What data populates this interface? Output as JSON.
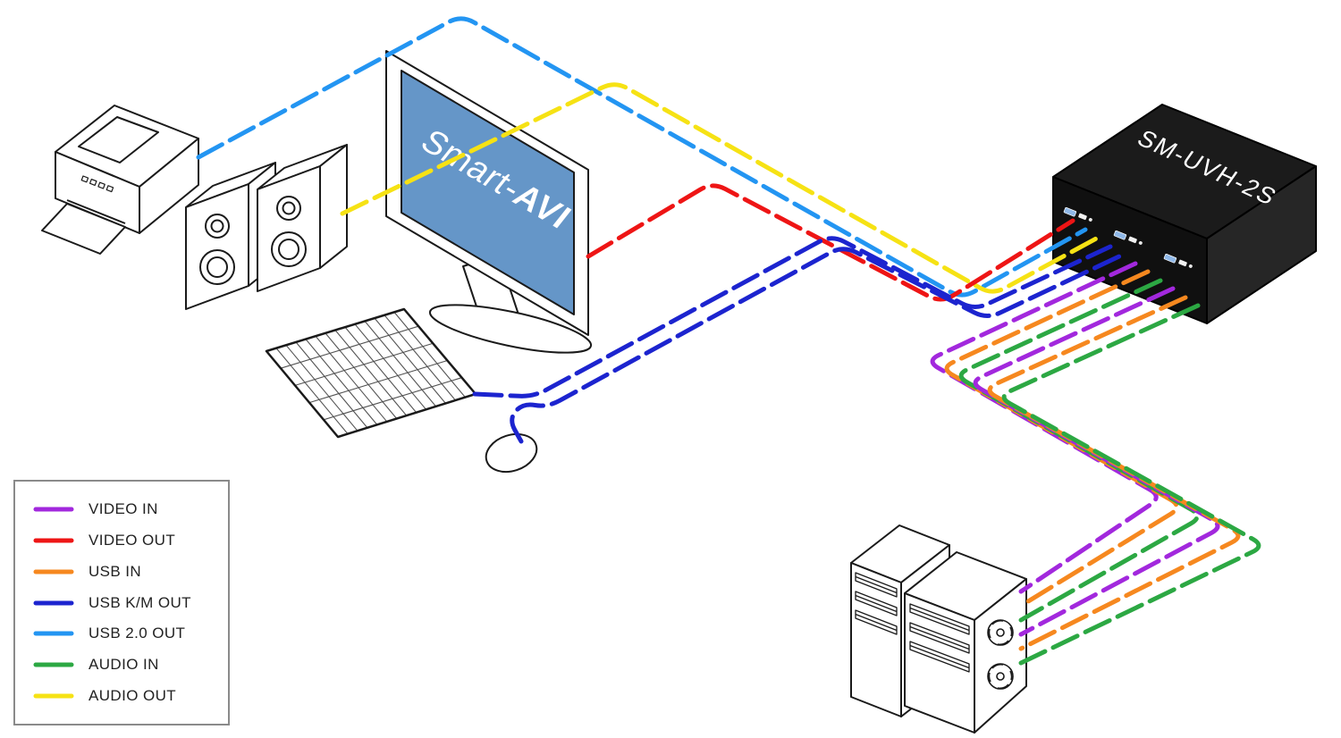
{
  "devices": {
    "kvm_box": {
      "label": "SM-UVH-2S",
      "color": "#101010"
    },
    "monitor": {
      "brand_prefix": "Smart-",
      "brand_suffix": "AVI",
      "screen_color": "#6596c8"
    },
    "printer": {
      "icon": "printer-icon"
    },
    "speakers": {
      "icon": "speakers-icon"
    },
    "keyboard": {
      "icon": "keyboard-icon"
    },
    "mouse": {
      "icon": "mouse-icon"
    },
    "computers": {
      "icon": "computer-towers-icon"
    }
  },
  "legend": {
    "items": [
      {
        "id": "video-in",
        "label": "VIDEO IN",
        "color": "#a228dd"
      },
      {
        "id": "video-out",
        "label": "VIDEO OUT",
        "color": "#ee1515"
      },
      {
        "id": "usb-in",
        "label": "USB IN",
        "color": "#f6881f"
      },
      {
        "id": "usb-km-out",
        "label": "USB K/M OUT",
        "color": "#1c24cf"
      },
      {
        "id": "usb-2-out",
        "label": "USB 2.0 OUT",
        "color": "#2395f2"
      },
      {
        "id": "audio-in",
        "label": "AUDIO IN",
        "color": "#2ca843"
      },
      {
        "id": "audio-out",
        "label": "AUDIO OUT",
        "color": "#f6e214"
      }
    ]
  }
}
